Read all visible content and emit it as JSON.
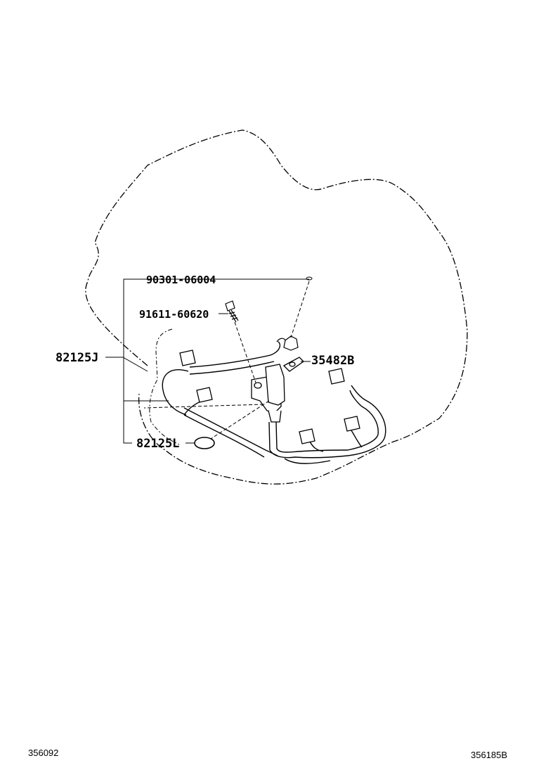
{
  "callouts": [
    {
      "id": "90301_06004",
      "text": "90301-06004"
    },
    {
      "id": "91611_60620",
      "text": "91611-60620"
    },
    {
      "id": "82125J",
      "text": "82125J"
    },
    {
      "id": "35482B",
      "text": "35482B"
    },
    {
      "id": "82125L",
      "text": "82125L"
    }
  ],
  "footer": {
    "left_code": "356092",
    "right_code": "356185B"
  },
  "colors": {
    "line": "#000000",
    "background": "#ffffff"
  }
}
